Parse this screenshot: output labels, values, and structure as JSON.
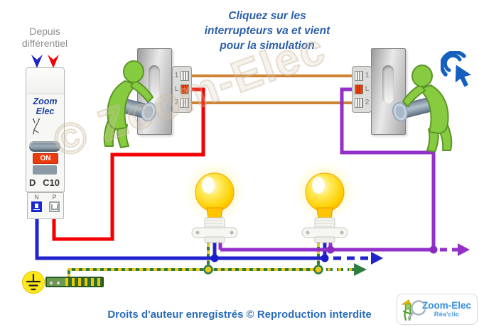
{
  "header": {
    "source_label": {
      "line1": "Depuis",
      "line2": "différentiel"
    },
    "title": {
      "line1": "Cliquez sur les",
      "line2": "interrupteurs va et vient",
      "line3": "pour la simulation"
    }
  },
  "breaker": {
    "brand_line1": "Zoom",
    "brand_line2": "Elec",
    "state_label": "ON",
    "pole_label": "D",
    "rating_label": "C10",
    "terminal_n_label": "N",
    "terminal_p_label": "P"
  },
  "switch_left": {
    "terminals": [
      "1",
      "L",
      "2"
    ]
  },
  "switch_right": {
    "terminals": [
      "1",
      "L",
      "2"
    ]
  },
  "footer": {
    "copyright": "Droits d'auteur enregistrés © Reproduction interdite"
  },
  "logo": {
    "name": "Zoom-Elec",
    "tagline": "Réa'clic"
  },
  "watermark": {
    "text": "© Zoom-Elec"
  },
  "icons": [
    "click-cursor-icon",
    "earth-symbol-icon",
    "breaker-symbol-icon",
    "feed-arrow-blue",
    "feed-arrow-red"
  ],
  "colors": {
    "phase_red": "#F40000",
    "neutral_blue": "#2023CE",
    "navette_orange": "#CE8434",
    "lamp_return_purple": "#9230C8",
    "earth_green": "#2F7D3F",
    "earth_yellow": "#E8C81E",
    "title_blue": "#2B5EA7",
    "footer_blue": "#2A6CB8",
    "figure_green": "#85C93E",
    "cursor_blue": "#1560BE",
    "on_indicator_red": "#EA3A0E"
  }
}
